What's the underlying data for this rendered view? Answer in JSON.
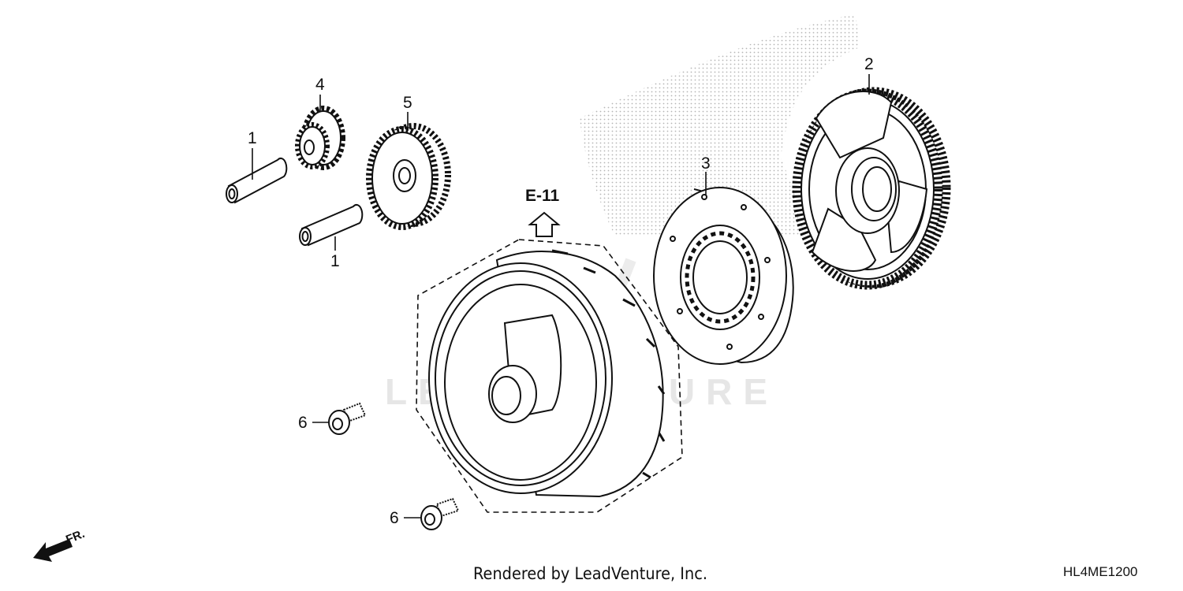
{
  "diagram": {
    "reference": "E-11",
    "direction": "FR.",
    "watermark": "LEADVENTURE",
    "callouts": [
      {
        "id": "c1a",
        "label": "1"
      },
      {
        "id": "c1b",
        "label": "1"
      },
      {
        "id": "c2",
        "label": "2"
      },
      {
        "id": "c3",
        "label": "3"
      },
      {
        "id": "c4",
        "label": "4"
      },
      {
        "id": "c5",
        "label": "5"
      },
      {
        "id": "c6a",
        "label": "6"
      },
      {
        "id": "c6b",
        "label": "6"
      }
    ]
  },
  "footer": {
    "credit": "Rendered by LeadVenture, Inc.",
    "diagram_code": "HL4ME1200"
  },
  "colors": {
    "line": "#111111",
    "screen": "#b8b8b8",
    "watermark": "#e4e4e4"
  }
}
